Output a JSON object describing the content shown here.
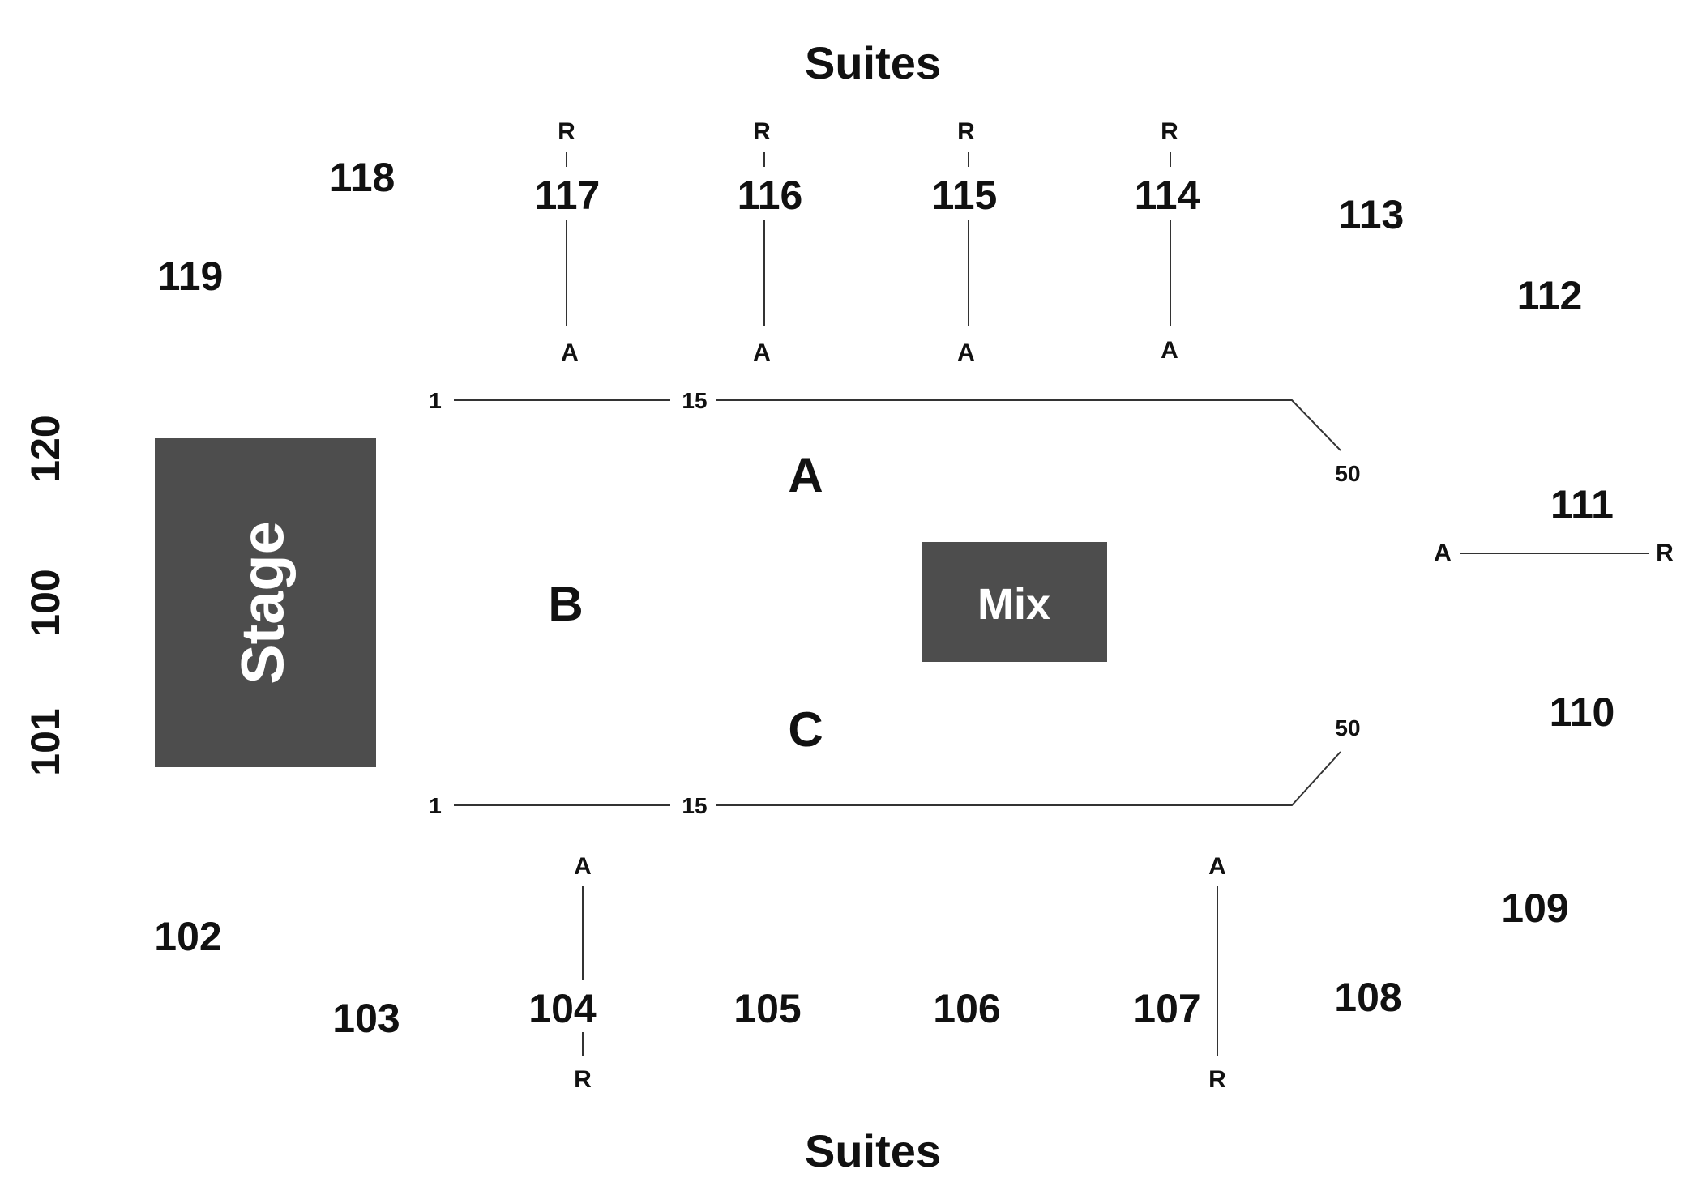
{
  "suites_top": "Suites",
  "suites_bottom": "Suites",
  "stage_label": "Stage",
  "mix_label": "Mix",
  "floor": {
    "a": "A",
    "b": "B",
    "c": "C"
  },
  "row_numbers": {
    "start": "1",
    "mid": "15",
    "end": "50"
  },
  "row_markers": {
    "a": "A",
    "r": "R"
  },
  "sections": {
    "s100": "100",
    "s101": "101",
    "s102": "102",
    "s103": "103",
    "s104": "104",
    "s105": "105",
    "s106": "106",
    "s107": "107",
    "s108": "108",
    "s109": "109",
    "s110": "110",
    "s111": "111",
    "s112": "112",
    "s113": "113",
    "s114": "114",
    "s115": "115",
    "s116": "116",
    "s117": "117",
    "s118": "118",
    "s119": "119",
    "s120": "120"
  },
  "colors": {
    "block_fill": "#4d4d4d",
    "text": "#111111",
    "line": "#333333"
  }
}
